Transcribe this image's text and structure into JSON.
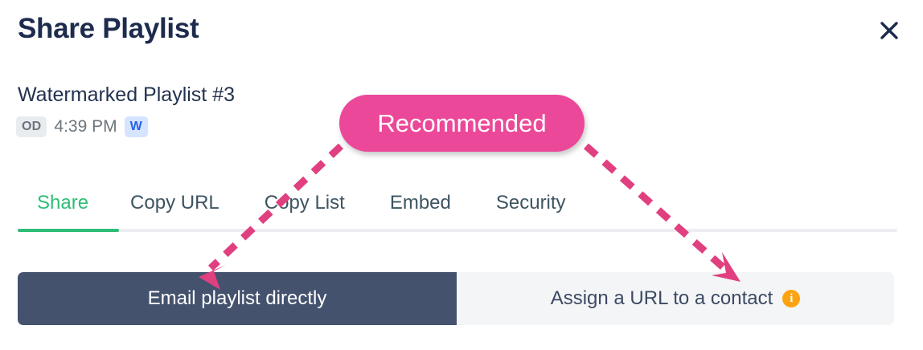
{
  "dialog": {
    "title": "Share Playlist",
    "close_label": "close-icon"
  },
  "playlist": {
    "name": "Watermarked Playlist #3",
    "owner_badge": "OD",
    "time": "4:39 PM",
    "watermark_badge": "W"
  },
  "tabs": [
    {
      "label": "Share",
      "active": true
    },
    {
      "label": "Copy URL",
      "active": false
    },
    {
      "label": "Copy List",
      "active": false
    },
    {
      "label": "Embed",
      "active": false
    },
    {
      "label": "Security",
      "active": false
    }
  ],
  "segments": {
    "primary_label": "Email playlist directly",
    "secondary_label": "Assign a URL to a contact",
    "info_glyph": "i"
  },
  "annotation": {
    "callout_label": "Recommended"
  },
  "colors": {
    "accent_green": "#2ebd76",
    "title_navy": "#1d2b4c",
    "primary_button": "#44526e",
    "secondary_button": "#f4f5f7",
    "annotation_pink": "#ec4899",
    "info_orange": "#fca311",
    "badge_blue_bg": "#d6e4ff",
    "badge_blue_text": "#2563eb",
    "badge_gray_bg": "#e9ecef",
    "badge_gray_text": "#6c757d"
  }
}
